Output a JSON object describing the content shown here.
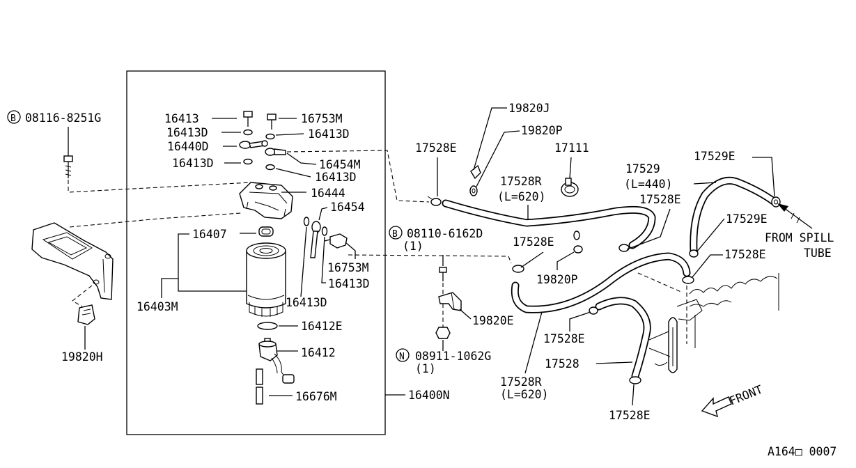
{
  "diagram": {
    "figure_code": "A164□ 0007",
    "labels": {
      "bolt_08116": "08116-8251G",
      "bracket_19820H": "19820H",
      "kit_16400N": "16400N",
      "p16413": "16413",
      "p16413D_a": "16413D",
      "p16440D": "16440D",
      "p16413D_b": "16413D",
      "p16753M_top": "16753M",
      "p16413D_c": "16413D",
      "p16454M": "16454M",
      "p16413D_d": "16413D",
      "p16444": "16444",
      "p16454": "16454",
      "p16407": "16407",
      "p16753M_low": "16753M",
      "p16413D_e": "16413D",
      "p16403M": "16403M",
      "p16413D_f": "16413D",
      "p16412E": "16412E",
      "p16412": "16412",
      "p16676M": "16676M",
      "bolt_08110": "08110-6162D",
      "bolt_08110_qty": "(1)",
      "nut_08911": "08911-1062G",
      "nut_08911_qty": "(1)",
      "p19820E": "19820E",
      "p19820J": "19820J",
      "p19820P_top": "19820P",
      "p17111": "17111",
      "p17528E_a": "17528E",
      "p17528R_top": "17528R",
      "p17528R_top_len": "(L=620)",
      "p17528E_b": "17528E",
      "p19820P_low": "19820P",
      "p17529": "17529",
      "p17529_len": "(L=440)",
      "p17528E_c": "17528E",
      "p17529E_top": "17529E",
      "p17529E_mid": "17529E",
      "p17528E_d": "17528E",
      "from_spill_1": "FROM SPILL",
      "from_spill_2": "TUBE",
      "p17528E_e": "17528E",
      "p17528": "17528",
      "p17528R_low": "17528R",
      "p17528R_low_len": "(L=620)",
      "p17528E_f": "17528E",
      "front": "FRONT",
      "circle_b": "B",
      "circle_n": "N"
    }
  }
}
